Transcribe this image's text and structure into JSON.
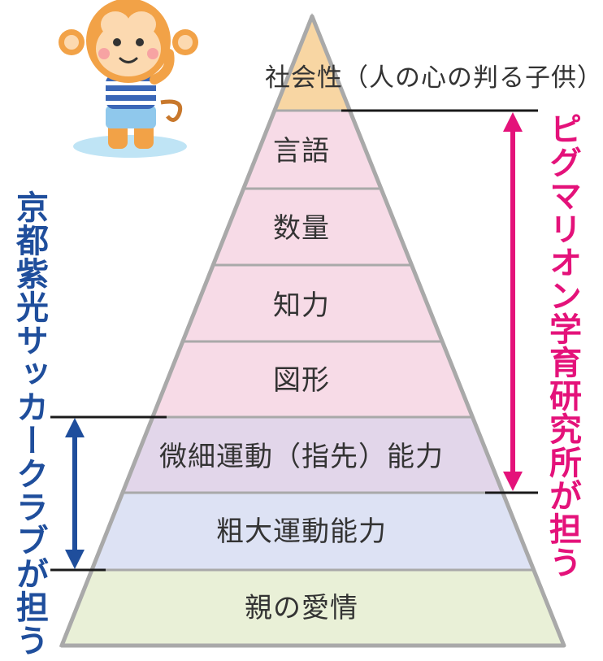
{
  "pyramid": {
    "levels": [
      {
        "label": "社会性（人の心の判る子供）",
        "color": "#f8d6a3"
      },
      {
        "label": "言語",
        "color": "#f7dbe7"
      },
      {
        "label": "数量",
        "color": "#f7dbe7"
      },
      {
        "label": "知力",
        "color": "#f7dbe7"
      },
      {
        "label": "図形",
        "color": "#f7dbe7"
      },
      {
        "label": "微細運動（指先）能力",
        "color": "#e2d6ea"
      },
      {
        "label": "粗大運動能力",
        "color": "#dde2f4"
      },
      {
        "label": "親の愛情",
        "color": "#e9f0d7"
      }
    ]
  },
  "left_caption": {
    "text": "京都紫光サッカークラブが担う",
    "color": "#1f4e9c"
  },
  "right_caption": {
    "text": "ピグマリオン学育研究所が担う",
    "color": "#e4127a"
  }
}
